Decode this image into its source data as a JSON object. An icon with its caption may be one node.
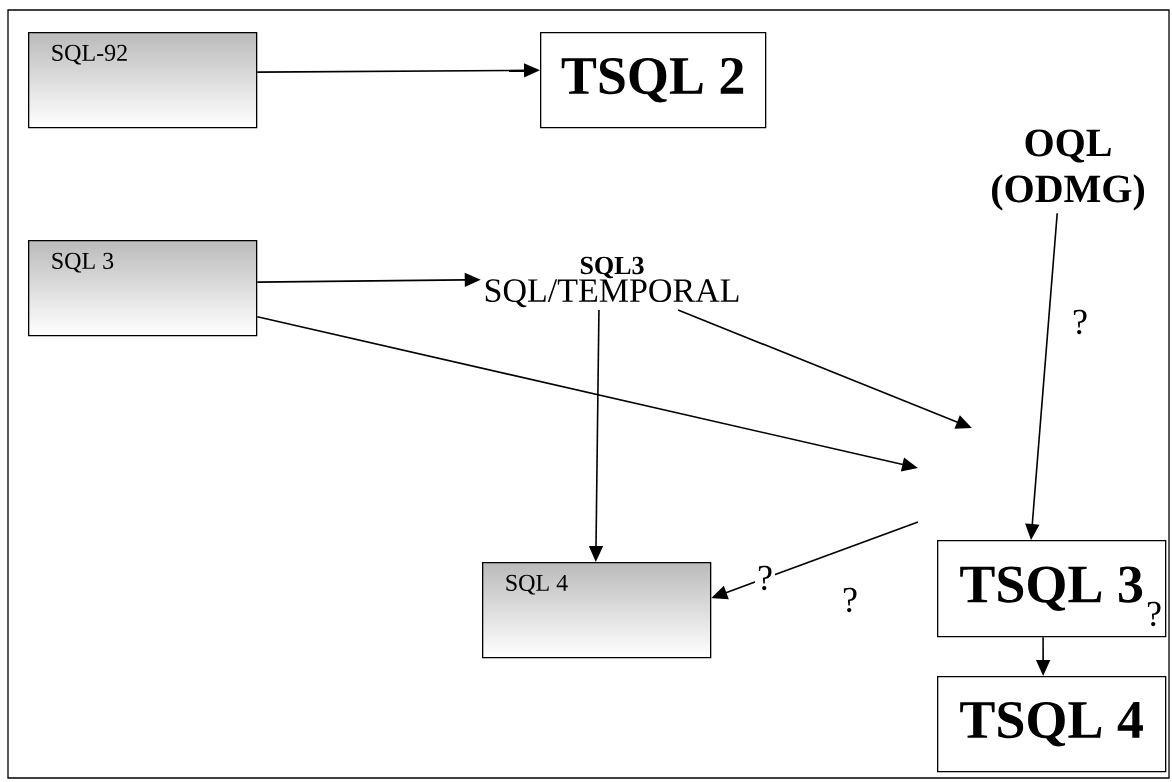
{
  "diagram": {
    "nodes": [
      {
        "text": [
          "SQL-92"
        ]
      },
      {
        "text": [
          "TSQL 2"
        ]
      },
      {
        "text": [
          "OQL (ODMG)"
        ]
      },
      {
        "text": [
          "SQL 3"
        ]
      },
      {
        "text": [
          "SQL3",
          "SQL/TEMPORAL"
        ]
      },
      {
        "text": [
          "SQL 4"
        ]
      },
      {
        "text": [
          "TSQL 3"
        ]
      },
      {
        "text": [
          "TSQL 4"
        ]
      }
    ],
    "edges": [
      {
        "from": 0,
        "to": 1,
        "arrow": "to"
      },
      {
        "from": 3,
        "to": 4,
        "arrow": "to"
      },
      {
        "from": 3,
        "to": null,
        "arrow": "to"
      },
      {
        "from": 4,
        "to": null,
        "arrow": "to"
      },
      {
        "from": 4,
        "to": 5,
        "arrow": "to"
      },
      {
        "from": 2,
        "to": 6,
        "arrow": "to",
        "label": "?"
      },
      {
        "from": null,
        "to": 5,
        "arrow": "to",
        "label": "?"
      },
      {
        "from": 6,
        "to": 7,
        "arrow": "to"
      }
    ],
    "labels": [
      "?",
      "?"
    ]
  }
}
